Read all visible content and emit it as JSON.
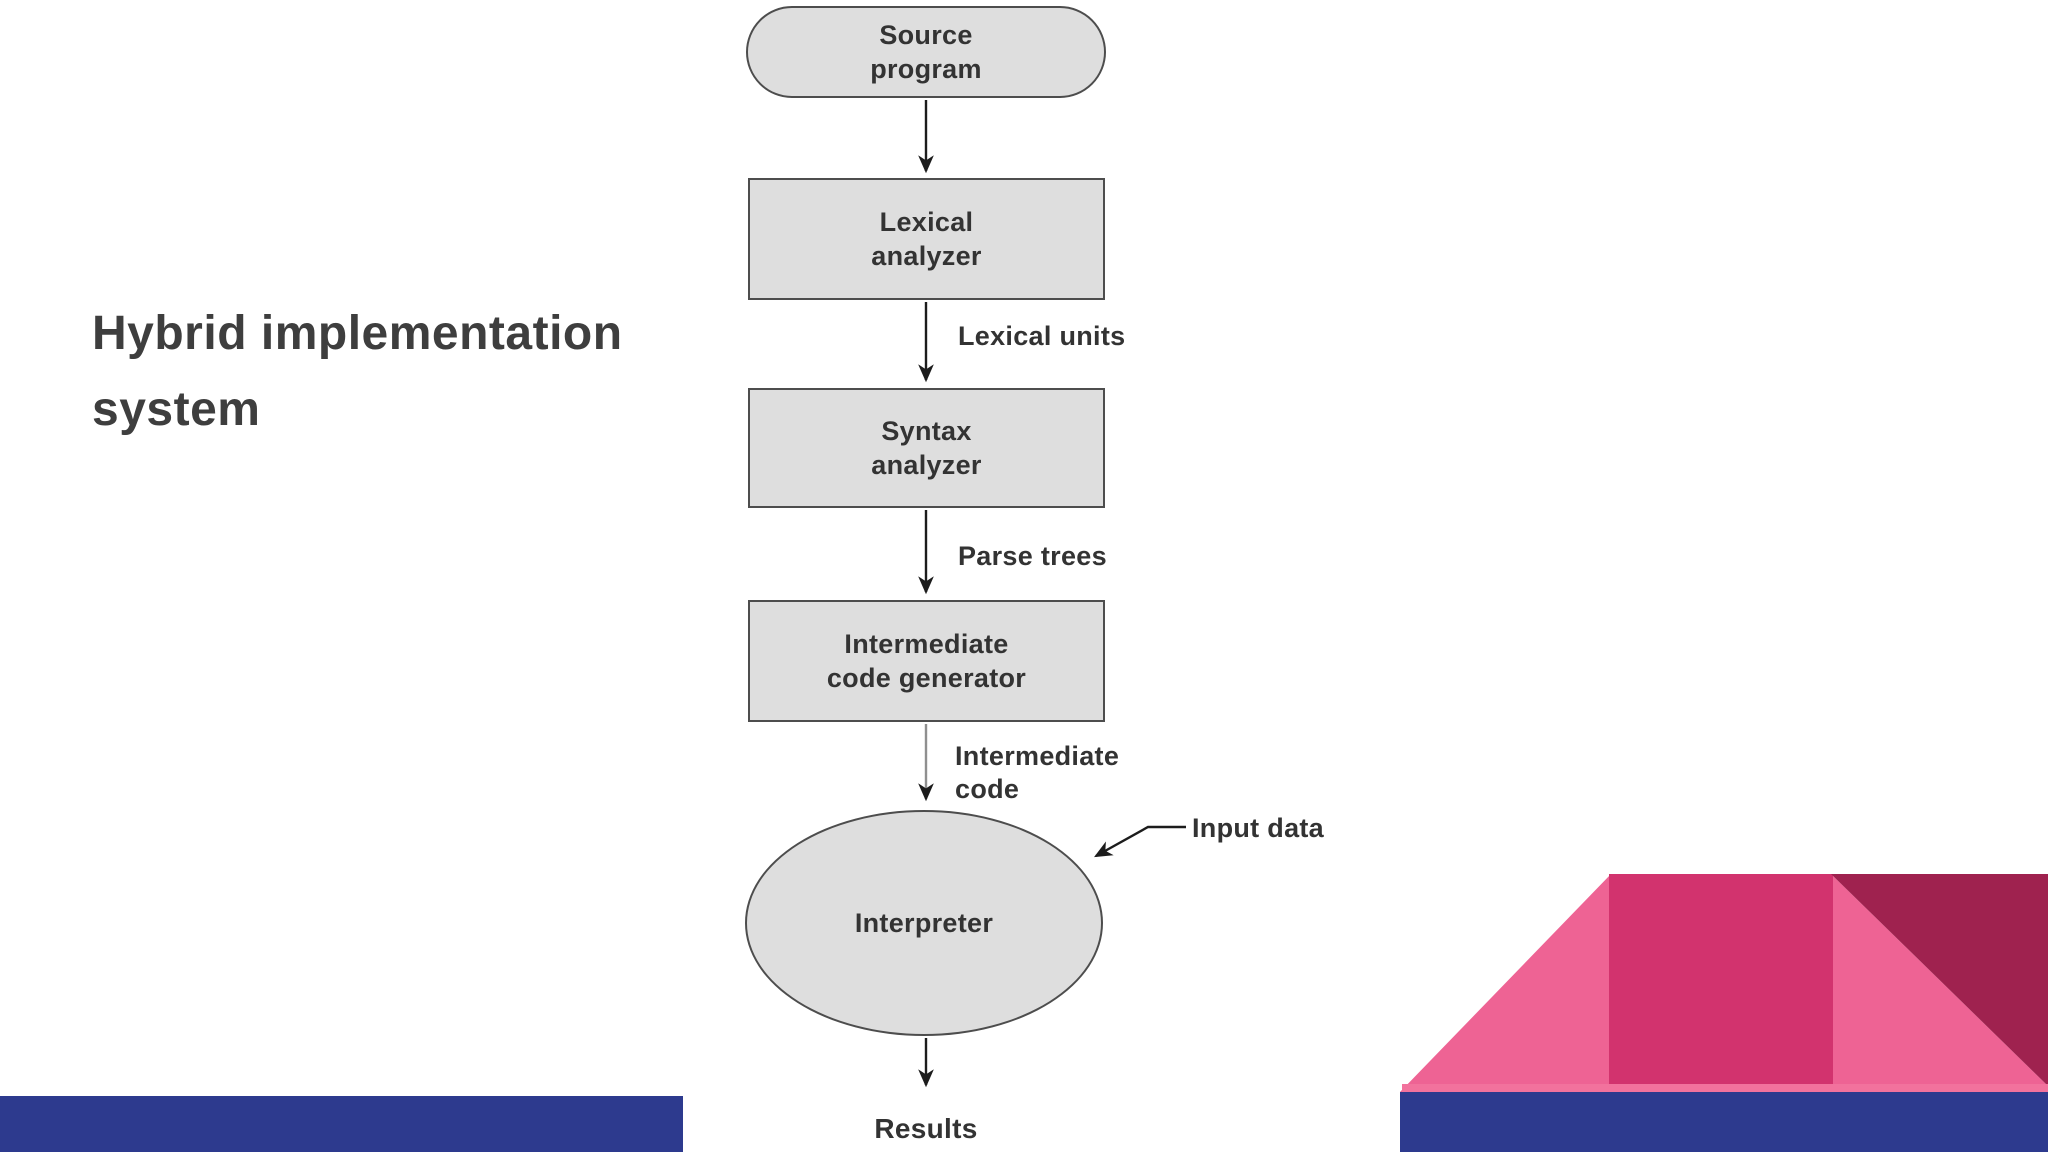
{
  "slide": {
    "title": "Hybrid implementation\nsystem",
    "background": "#ffffff"
  },
  "diagram": {
    "nodes": [
      {
        "id": "source-program",
        "shape": "stadium",
        "label": "Source\nprogram"
      },
      {
        "id": "lexical-analyzer",
        "shape": "rectangle",
        "label": "Lexical\nanalyzer"
      },
      {
        "id": "syntax-analyzer",
        "shape": "rectangle",
        "label": "Syntax\nanalyzer"
      },
      {
        "id": "intermediate-code-generator",
        "shape": "rectangle",
        "label": "Intermediate\ncode generator"
      },
      {
        "id": "interpreter",
        "shape": "ellipse",
        "label": "Interpreter"
      }
    ],
    "edge_labels": {
      "lexical_units": "Lexical units",
      "parse_trees": "Parse trees",
      "intermediate_code": "Intermediate\ncode",
      "input_data": "Input data",
      "results": "Results"
    },
    "style": {
      "node_fill": "#dedede",
      "node_border": "#4d4d4d",
      "text_color": "#333333",
      "arrow_color": "#1c1c1c",
      "grey_arrow_shaft": "#8f8f8f"
    }
  },
  "decoration": {
    "colors": {
      "footer_blue": "#2d3a8e",
      "pink_light": "#ee6394",
      "pink_strip": "#f2729d",
      "magenta": "#d2336e",
      "maroon": "#9f224f"
    }
  }
}
